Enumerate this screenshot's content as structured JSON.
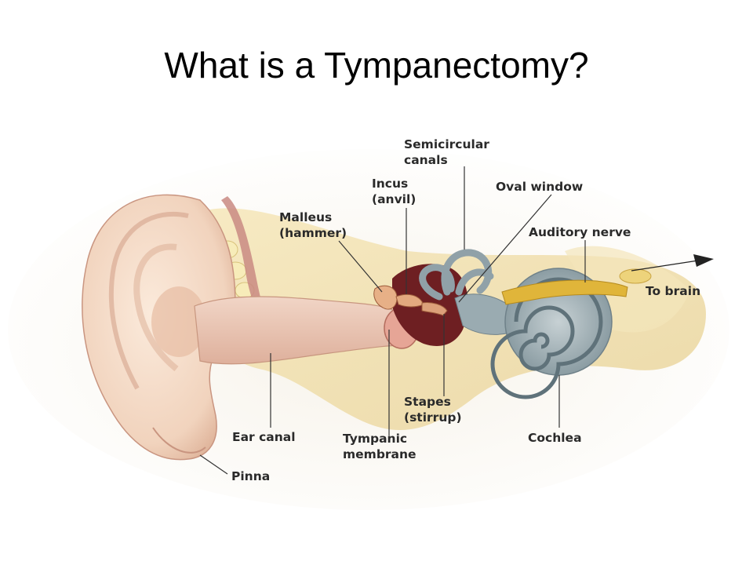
{
  "title": "What is a Tympanectomy?",
  "labels": {
    "semicircular": [
      "Semicircular",
      "canals"
    ],
    "incus": [
      "Incus",
      "(anvil)"
    ],
    "oval_window": "Oval window",
    "malleus": [
      "Malleus",
      "(hammer)"
    ],
    "auditory_nerve": "Auditory nerve",
    "to_brain": "To brain",
    "stapes": [
      "Stapes",
      "(stirrup)"
    ],
    "ear_canal": "Ear canal",
    "tympanic": [
      "Tympanic",
      "membrane"
    ],
    "cochlea": "Cochlea",
    "pinna": "Pinna"
  },
  "colors": {
    "skin": "#f4dcc6",
    "skin_shadow": "#d9a98e",
    "bone": "#f3e2a8",
    "canal_pink": "#e9c1b3",
    "middle_ear": "#6e1f22",
    "cochlea": "#8e9fa6",
    "nerve": "#e0b53a",
    "fat": "#f6eab2",
    "muscle": "#c98a82"
  }
}
